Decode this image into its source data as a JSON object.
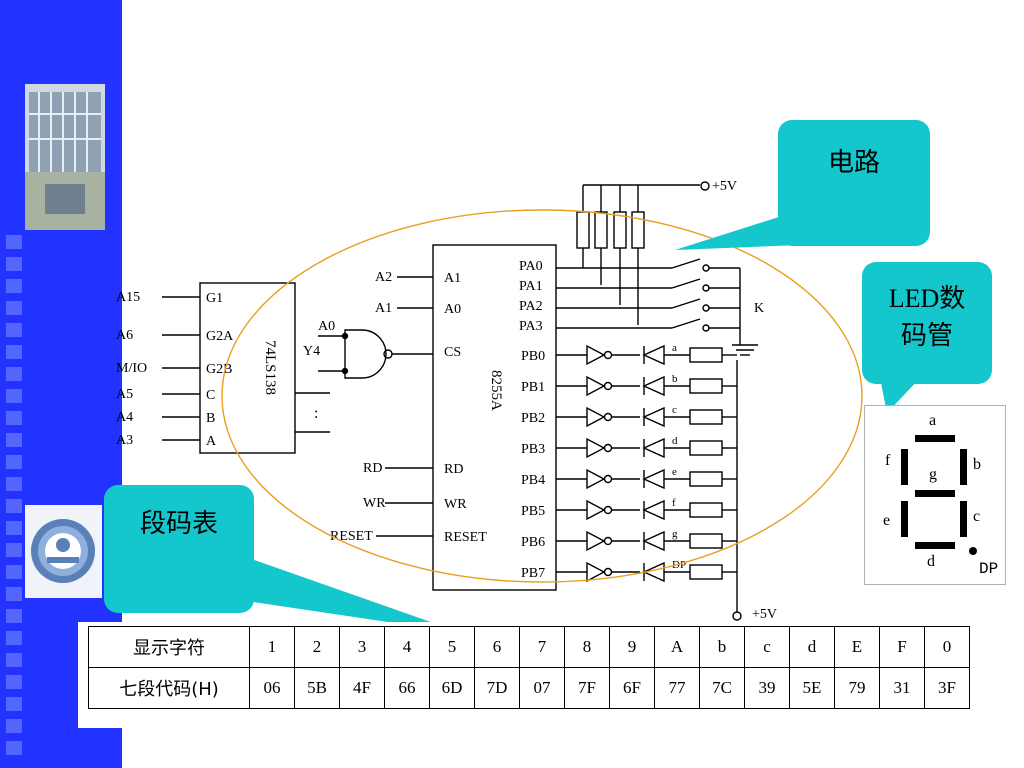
{
  "callouts": {
    "circuit": "电路",
    "led_line1": "LED数",
    "led_line2": "码管",
    "table": "段码表"
  },
  "decoder": {
    "name": "74LS138",
    "inputs": [
      "A15",
      "A6",
      "M/IO",
      "A5",
      "A4",
      "A3"
    ],
    "pins": [
      "G1",
      "G2A",
      "G2B",
      "C",
      "B",
      "A"
    ],
    "output": "Y4"
  },
  "gate_inputs": [
    "A0",
    "Y4"
  ],
  "chip": {
    "name": "8255A",
    "left_pins": [
      "A1",
      "A0",
      "CS",
      "RD",
      "WR",
      "RESET"
    ],
    "left_signals": [
      "A2",
      "A1",
      "RD",
      "WR",
      "RESET"
    ],
    "port_a": [
      "PA0",
      "PA1",
      "PA2",
      "PA3"
    ],
    "port_b": [
      "PB0",
      "PB1",
      "PB2",
      "PB3",
      "PB4",
      "PB5",
      "PB6",
      "PB7"
    ]
  },
  "supply_top": "+5V",
  "supply_bottom": "+5V",
  "switch_label": "K",
  "segment_letters": [
    "a",
    "b",
    "c",
    "d",
    "e",
    "f",
    "g",
    "DP"
  ],
  "seven_segment": {
    "labels": {
      "a": "a",
      "b": "b",
      "c": "c",
      "d": "d",
      "e": "e",
      "f": "f",
      "g": "g",
      "dp": "DP"
    }
  },
  "code_table": {
    "row1_header": "显示字符",
    "row2_header": "七段代码(H)",
    "chars": [
      "1",
      "2",
      "3",
      "4",
      "5",
      "6",
      "7",
      "8",
      "9",
      "A",
      "b",
      "c",
      "d",
      "E",
      "F",
      "0"
    ],
    "codes": [
      "06",
      "5B",
      "4F",
      "66",
      "6D",
      "7D",
      "07",
      "7F",
      "6F",
      "77",
      "7C",
      "39",
      "5E",
      "79",
      "31",
      "3F"
    ]
  },
  "colors": {
    "sidebar": "#2233ff",
    "callout": "#13c7cc",
    "ellipse": "#e8a020"
  }
}
